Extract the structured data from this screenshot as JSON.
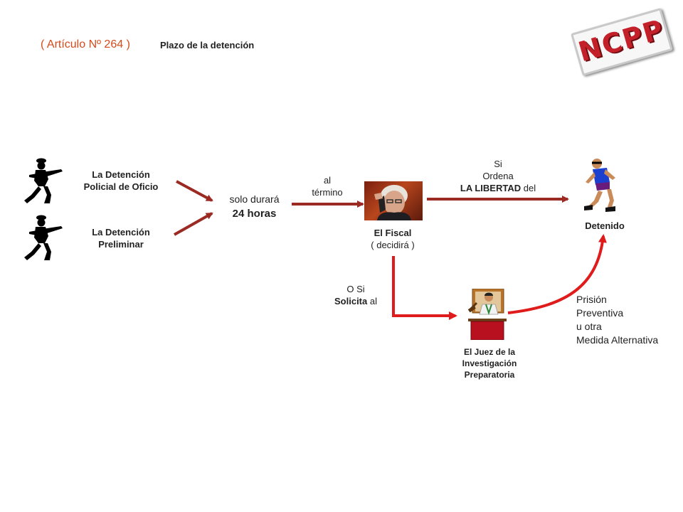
{
  "header": {
    "article": "( Artículo Nº 264 )",
    "title": "Plazo de la detención",
    "logo": "NCPP"
  },
  "nodes": {
    "oficio": [
      "La Detención",
      "Policial de Oficio"
    ],
    "preliminar": [
      "La Detención",
      "Preliminar"
    ],
    "duracion": [
      "solo durará",
      "24 horas"
    ],
    "termino": [
      "al",
      "término"
    ],
    "fiscal": [
      "El Fiscal",
      "( decidirá )"
    ],
    "ordena_si": "Si",
    "ordena": "Ordena",
    "libertad": "LA LIBERTAD",
    "libertad_del": "del",
    "detenido": "Detenido",
    "solicita_o_si": "O Si",
    "solicita": "Solicita",
    "solicita_al": "al",
    "juez": [
      "El Juez de la",
      "Investigación",
      "Preparatoria"
    ],
    "prision": [
      "Prisión",
      "Preventiva",
      "u otra",
      "Medida Alternativa"
    ]
  },
  "colors": {
    "accent": "#c0392b",
    "arrow_dark": "#9b2a22",
    "arrow_red": "#e01b1b",
    "article_text": "#d44a1a"
  }
}
